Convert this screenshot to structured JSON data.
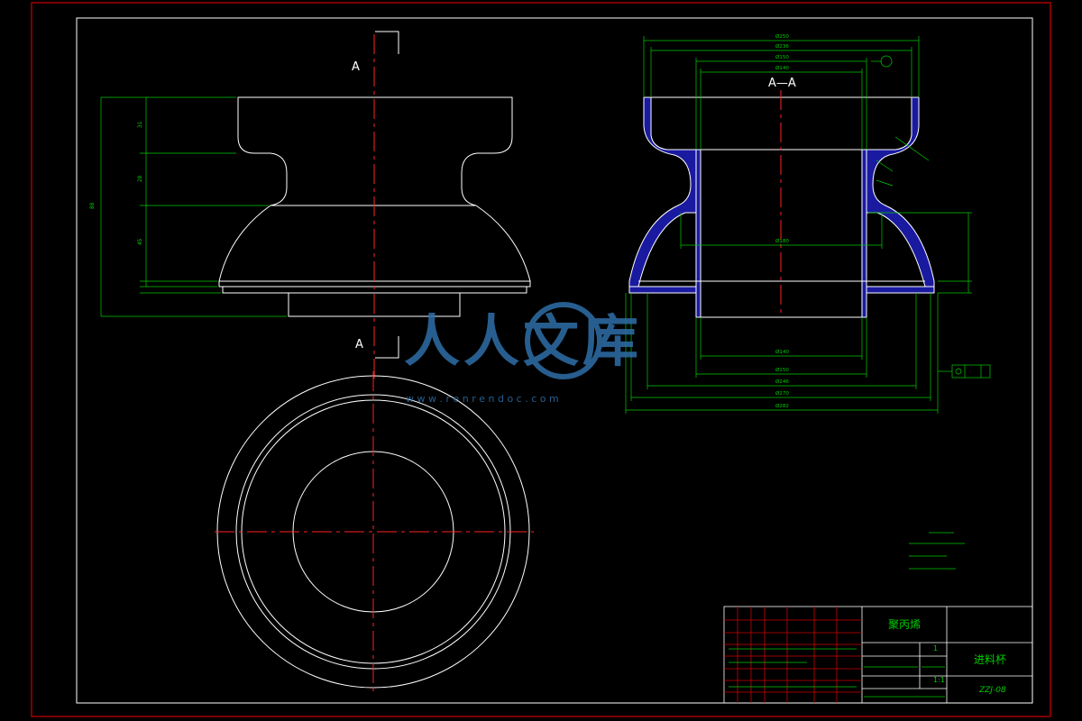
{
  "drawing": {
    "section_marker_top": "A",
    "section_marker_bottom": "A",
    "section_view_label": "A—A",
    "watermark_main": "人人文库",
    "watermark_url": "w w w . r e n r e n d o c . c o m"
  },
  "title_block": {
    "material": "聚丙烯",
    "part_name": "进料杯",
    "drawing_number": "ZZJ-08",
    "scale": "1:1",
    "cell_qty": "1"
  },
  "colors": {
    "frame_red": "#cc0000",
    "centerline_red": "#ff2222",
    "dimension_green": "#00cc00",
    "outline_white": "#ffffff",
    "section_fill_blue": "#1a1aa0",
    "watermark_blue": "#2e6fa8"
  }
}
